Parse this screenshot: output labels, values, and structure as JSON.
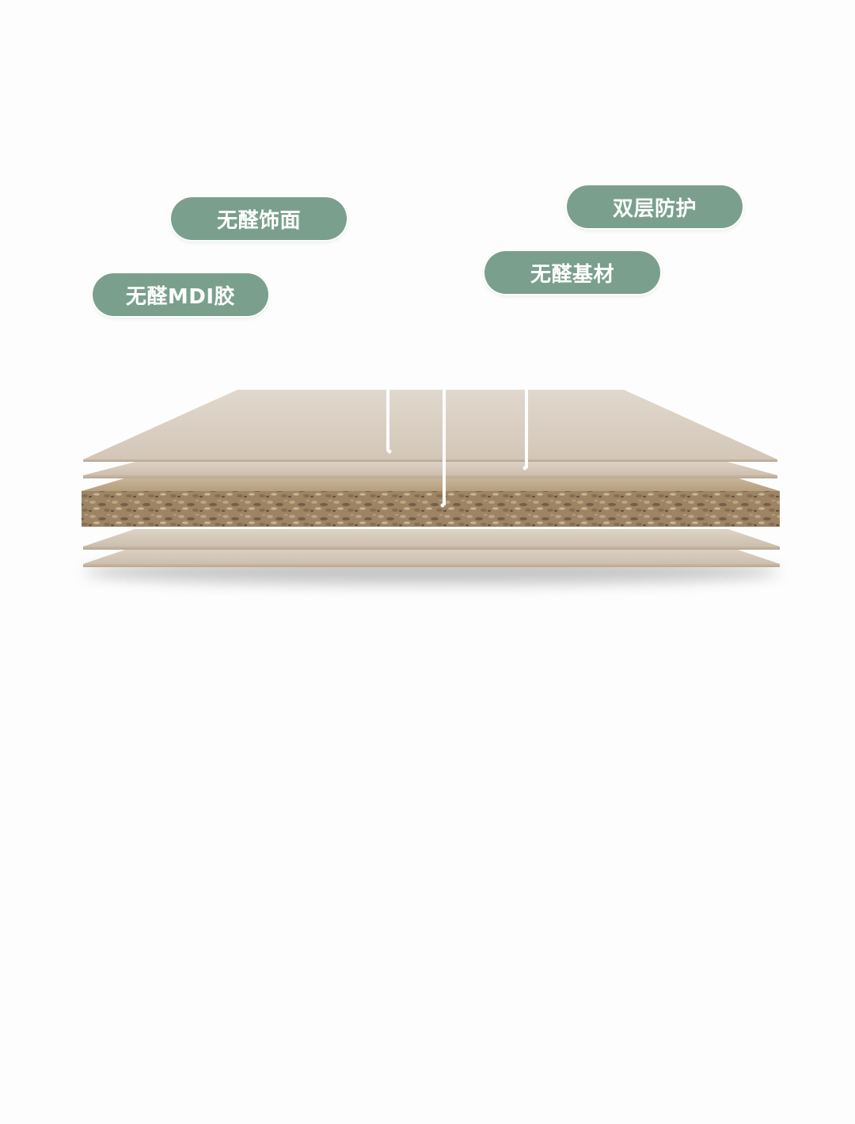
{
  "labels": {
    "surface": "无醛饰面",
    "double_protection": "双层防护",
    "substrate": "无醛基材",
    "mdi_glue": "无醛MDI胶"
  },
  "colors": {
    "pill_bg": "#7aa08d",
    "pill_text": "#ffffff",
    "veneer_top": "#d8ccbb",
    "veneer_edge": "#c6b6a3",
    "particle_core": "#a89070",
    "background": "#fdfdfd"
  },
  "icons": {
    "leader_line": "vertical-callout-line"
  }
}
